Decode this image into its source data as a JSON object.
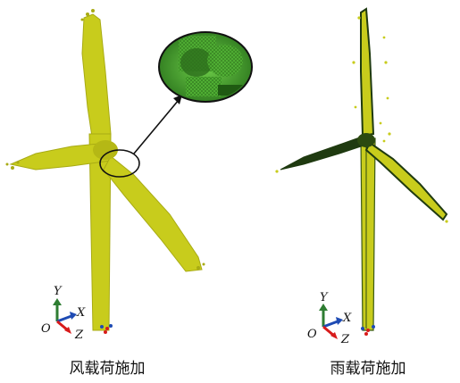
{
  "left_panel": {
    "caption": "风载荷施加",
    "axes": {
      "y": "Y",
      "x": "X",
      "z": "Z",
      "origin": "O"
    }
  },
  "right_panel": {
    "caption": "雨载荷施加",
    "axes": {
      "y": "Y",
      "x": "X",
      "z": "Z",
      "origin": "O"
    }
  },
  "colors": {
    "mesh_yellow": "#c8cc1c",
    "mesh_yellow_dark": "#a8ab14",
    "blade_dark_green": "#1f3a10",
    "zoom_green": "#3f9a2a",
    "axis_y": "#2e7d32",
    "axis_x": "#1e4bb4",
    "axis_z": "#d81b1b"
  }
}
